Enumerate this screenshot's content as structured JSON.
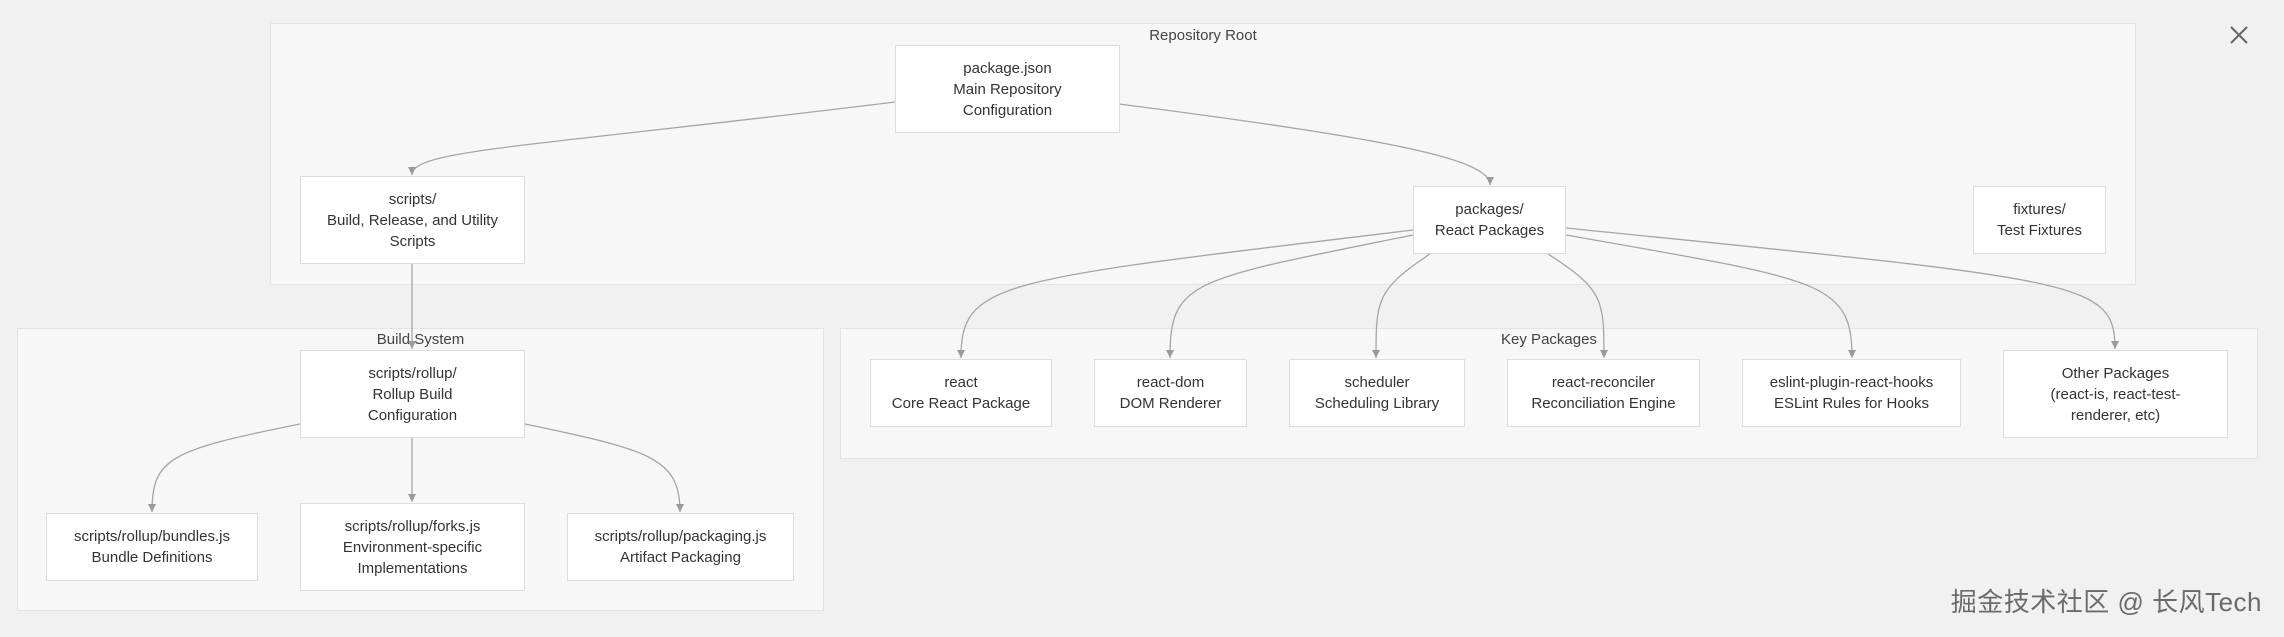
{
  "groups": {
    "repo_root": {
      "label": "Repository Root"
    },
    "build_system": {
      "label": "Build System"
    },
    "key_packages": {
      "label": "Key Packages"
    }
  },
  "nodes": {
    "package_json": {
      "line1": "package.json",
      "line2": "Main Repository",
      "line3": "Configuration"
    },
    "scripts": {
      "line1": "scripts/",
      "line2": "Build, Release, and Utility",
      "line3": "Scripts"
    },
    "packages": {
      "line1": "packages/",
      "line2": "React Packages"
    },
    "fixtures": {
      "line1": "fixtures/",
      "line2": "Test Fixtures"
    },
    "rollup": {
      "line1": "scripts/rollup/",
      "line2": "Rollup Build",
      "line3": "Configuration"
    },
    "bundles": {
      "line1": "scripts/rollup/bundles.js",
      "line2": "Bundle Definitions"
    },
    "forks": {
      "line1": "scripts/rollup/forks.js",
      "line2": "Environment-specific",
      "line3": "Implementations"
    },
    "packaging": {
      "line1": "scripts/rollup/packaging.js",
      "line2": "Artifact Packaging"
    },
    "react": {
      "line1": "react",
      "line2": "Core React Package"
    },
    "react_dom": {
      "line1": "react-dom",
      "line2": "DOM Renderer"
    },
    "scheduler": {
      "line1": "scheduler",
      "line2": "Scheduling Library"
    },
    "reconciler": {
      "line1": "react-reconciler",
      "line2": "Reconciliation Engine"
    },
    "eslint_hooks": {
      "line1": "eslint-plugin-react-hooks",
      "line2": "ESLint Rules for Hooks"
    },
    "other": {
      "line1": "Other Packages",
      "line2": "(react-is, react-test-",
      "line3": "renderer, etc)"
    }
  },
  "edges": [
    {
      "from": "package.json",
      "to": "scripts/"
    },
    {
      "from": "package.json",
      "to": "packages/"
    },
    {
      "from": "scripts/",
      "to": "scripts/rollup/"
    },
    {
      "from": "scripts/rollup/",
      "to": "scripts/rollup/bundles.js"
    },
    {
      "from": "scripts/rollup/",
      "to": "scripts/rollup/forks.js"
    },
    {
      "from": "scripts/rollup/",
      "to": "scripts/rollup/packaging.js"
    },
    {
      "from": "packages/",
      "to": "react"
    },
    {
      "from": "packages/",
      "to": "react-dom"
    },
    {
      "from": "packages/",
      "to": "scheduler"
    },
    {
      "from": "packages/",
      "to": "react-reconciler"
    },
    {
      "from": "packages/",
      "to": "eslint-plugin-react-hooks"
    },
    {
      "from": "packages/",
      "to": "Other Packages"
    }
  ],
  "icons": {
    "close": "close-icon"
  },
  "colors": {
    "edge": "#9a9a9a",
    "node_border": "#dcdcdc",
    "group_bg": "#f7f7f7",
    "page_bg": "#f1f1f1"
  },
  "watermark": "掘金技术社区 @ 长风Tech"
}
